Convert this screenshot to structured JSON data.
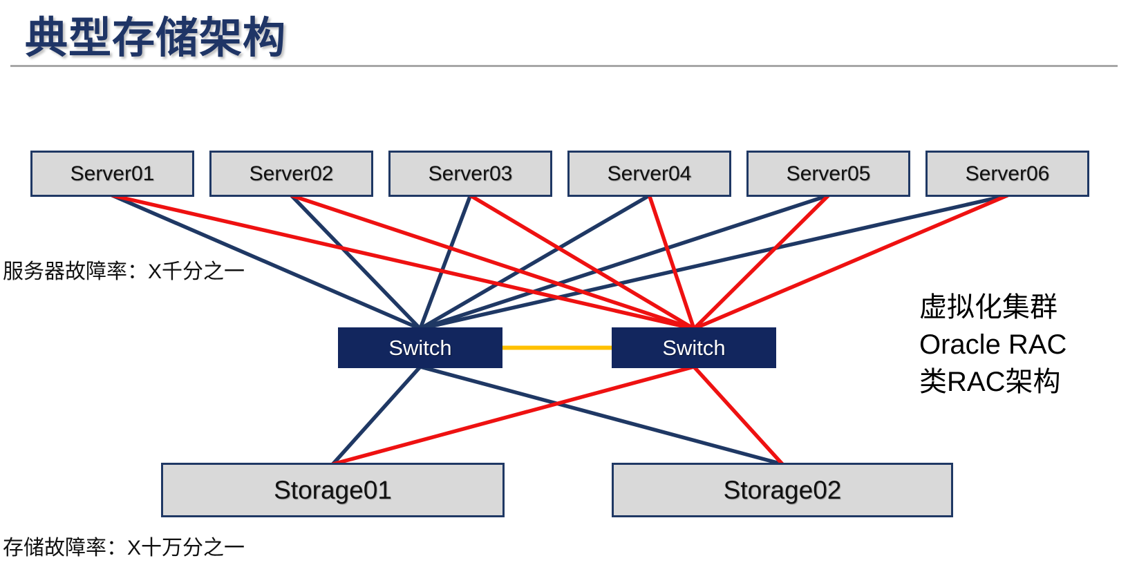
{
  "title": "典型存储架构",
  "labels": {
    "server_failure_rate": "服务器故障率：X千分之一",
    "storage_failure_rate": "存储故障率：X十万分之一",
    "annotation_lines": [
      "虚拟化集群",
      "Oracle RAC",
      "类RAC架构"
    ]
  },
  "diagram": {
    "servers": [
      {
        "id": "server01",
        "label": "Server01"
      },
      {
        "id": "server02",
        "label": "Server02"
      },
      {
        "id": "server03",
        "label": "Server03"
      },
      {
        "id": "server04",
        "label": "Server04"
      },
      {
        "id": "server05",
        "label": "Server05"
      },
      {
        "id": "server06",
        "label": "Server06"
      }
    ],
    "switches": [
      {
        "id": "switch1",
        "label": "Switch"
      },
      {
        "id": "switch2",
        "label": "Switch"
      }
    ],
    "storages": [
      {
        "id": "storage01",
        "label": "Storage01"
      },
      {
        "id": "storage02",
        "label": "Storage02"
      }
    ],
    "links": [
      {
        "from": "server01",
        "to": "switch1",
        "color": "navy"
      },
      {
        "from": "server02",
        "to": "switch1",
        "color": "navy"
      },
      {
        "from": "server03",
        "to": "switch1",
        "color": "navy"
      },
      {
        "from": "server04",
        "to": "switch1",
        "color": "navy"
      },
      {
        "from": "server05",
        "to": "switch1",
        "color": "navy"
      },
      {
        "from": "server06",
        "to": "switch1",
        "color": "navy"
      },
      {
        "from": "server01",
        "to": "switch2",
        "color": "red"
      },
      {
        "from": "server02",
        "to": "switch2",
        "color": "red"
      },
      {
        "from": "server03",
        "to": "switch2",
        "color": "red"
      },
      {
        "from": "server04",
        "to": "switch2",
        "color": "red"
      },
      {
        "from": "server05",
        "to": "switch2",
        "color": "red"
      },
      {
        "from": "server06",
        "to": "switch2",
        "color": "red"
      },
      {
        "from": "switch1",
        "to": "switch2",
        "color": "orange",
        "type": "horizontal"
      },
      {
        "from": "switch1",
        "to": "storage01",
        "color": "navy"
      },
      {
        "from": "switch1",
        "to": "storage02",
        "color": "navy"
      },
      {
        "from": "switch2",
        "to": "storage01",
        "color": "red"
      },
      {
        "from": "switch2",
        "to": "storage02",
        "color": "red"
      }
    ]
  },
  "colors": {
    "navy": "#1f3864",
    "red": "#ee1111",
    "orange": "#ffc000",
    "box_fill": "#d9d9d9",
    "switch_fill": "#12265e",
    "title": "#1f3566",
    "divider": "#a6a6a6"
  }
}
